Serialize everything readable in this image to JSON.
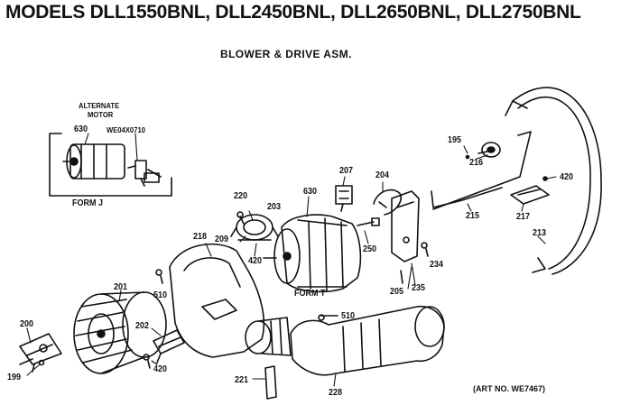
{
  "header": {
    "title": "MODELS DLL1550BNL, DLL2450BNL, DLL2650BNL, DLL2750BNL",
    "subtitle": "BLOWER & DRIVE ASM."
  },
  "inset": {
    "heading_line1": "ALTERNATE",
    "heading_line2": "MOTOR",
    "part_number": "WE04X0710",
    "form": "FORM J"
  },
  "motor_form": "FORM T",
  "art_no": "(ART NO. WE7467)",
  "callouts": {
    "c630a": "630",
    "c630b": "630",
    "c195": "195",
    "c216": "216",
    "c207": "207",
    "c204": "204",
    "c420a": "420",
    "c220": "220",
    "c203": "203",
    "c209": "209",
    "c420b": "420",
    "c215": "215",
    "c217": "217",
    "c213": "213",
    "c218": "218",
    "c250": "250",
    "c234": "234",
    "c510a": "510",
    "c201": "201",
    "c205": "205",
    "c235": "235",
    "c200": "200",
    "c202": "202",
    "c510b": "510",
    "c199": "199",
    "c420c": "420",
    "c221": "221",
    "c228": "228"
  }
}
